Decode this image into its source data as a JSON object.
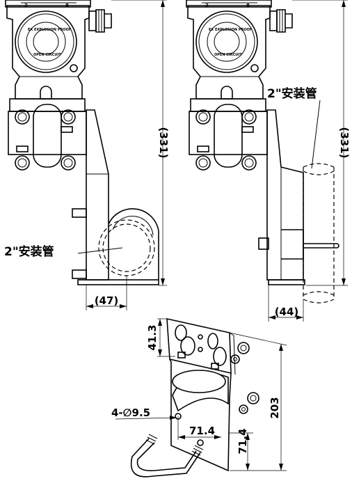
{
  "left_view": {
    "height_dim": "(331)",
    "width_dim": "(47)",
    "pipe_label": "2\"安装管",
    "head_numbers": [
      "2",
      "8"
    ]
  },
  "right_view": {
    "height_dim": "(331)",
    "width_dim": "(44)",
    "pipe_label": "2\"安装管",
    "head_numbers": [
      "2",
      "8"
    ]
  },
  "bracket_detail": {
    "top_dim": "41.3",
    "hole_dim": "4-∅9.5",
    "hole_spacing_dim": "71.4",
    "bottom_dim": "71.4",
    "height_dim": "203"
  }
}
